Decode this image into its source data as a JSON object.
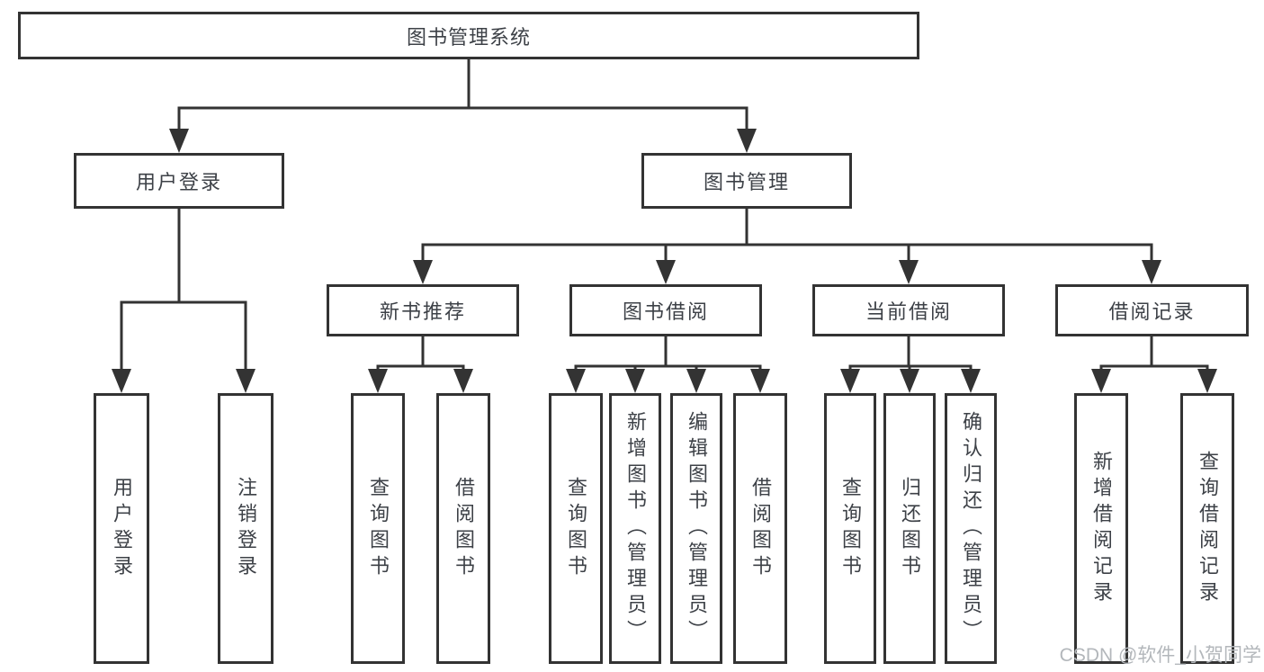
{
  "tree": {
    "label": "图书管理系统",
    "children": [
      {
        "label": "用户登录",
        "children": [
          {
            "label": "用户登录"
          },
          {
            "label": "注销登录"
          }
        ]
      },
      {
        "label": "图书管理",
        "children": [
          {
            "label": "新书推荐",
            "children": [
              {
                "label": "查询图书"
              },
              {
                "label": "借阅图书"
              }
            ]
          },
          {
            "label": "图书借阅",
            "children": [
              {
                "label": "查询图书"
              },
              {
                "label": "新增图书（管理员）"
              },
              {
                "label": "编辑图书（管理员）"
              },
              {
                "label": "借阅图书"
              }
            ]
          },
          {
            "label": "当前借阅",
            "children": [
              {
                "label": "查询图书"
              },
              {
                "label": "归还图书"
              },
              {
                "label": "确认归还（管理员）"
              }
            ]
          },
          {
            "label": "借阅记录",
            "children": [
              {
                "label": "新增借阅记录"
              },
              {
                "label": "查询借阅记录"
              }
            ]
          }
        ]
      }
    ]
  },
  "colors": {
    "line": "#333333",
    "text": "#3d4147",
    "watermark": "#b3b7bb"
  },
  "watermark": {
    "text": "CSDN @软件_小贺同学"
  }
}
